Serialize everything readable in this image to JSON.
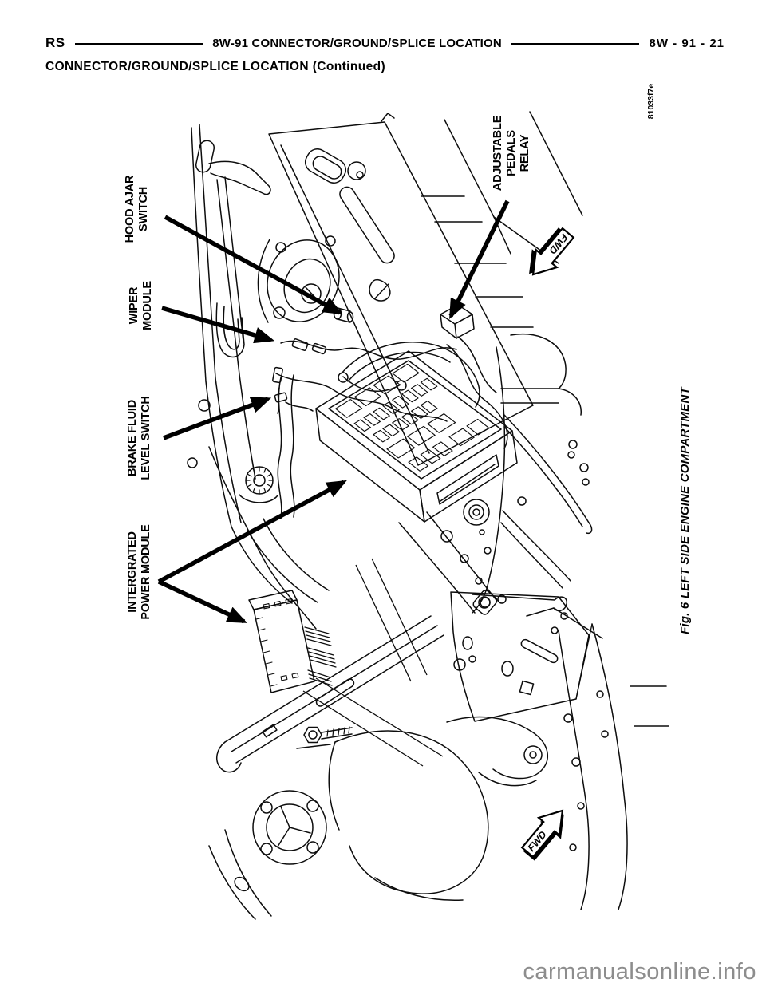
{
  "header": {
    "model": "RS",
    "section": "8W-91  CONNECTOR/GROUND/SPLICE  LOCATION",
    "page_ref": "8W - 91 - 21",
    "continued": "CONNECTOR/GROUND/SPLICE LOCATION (Continued)"
  },
  "figure": {
    "code": "81033f7e",
    "caption": "Fig. 6 LEFT SIDE ENGINE COMPARTMENT",
    "fwd_label": "FWD",
    "callouts": [
      {
        "id": "hood-ajar-switch",
        "line1": "HOOD AJAR",
        "line2": "SWITCH"
      },
      {
        "id": "wiper-module",
        "line1": "WIPER",
        "line2": "MODULE"
      },
      {
        "id": "brake-fluid-level-switch",
        "line1": "BRAKE FLUID",
        "line2": "LEVEL SWITCH"
      },
      {
        "id": "integrated-power-module",
        "line1": "INTERGRATED",
        "line2": "POWER MODULE"
      },
      {
        "id": "adjustable-pedals-relay",
        "line1": "ADJUSTABLE",
        "line2": "PEDALS",
        "line3": "RELAY"
      }
    ]
  },
  "watermark": "carmanualsonline.info",
  "colors": {
    "ink": "#0d0d0d",
    "paper": "#ffffff",
    "watermark": "#8d8d8d"
  }
}
